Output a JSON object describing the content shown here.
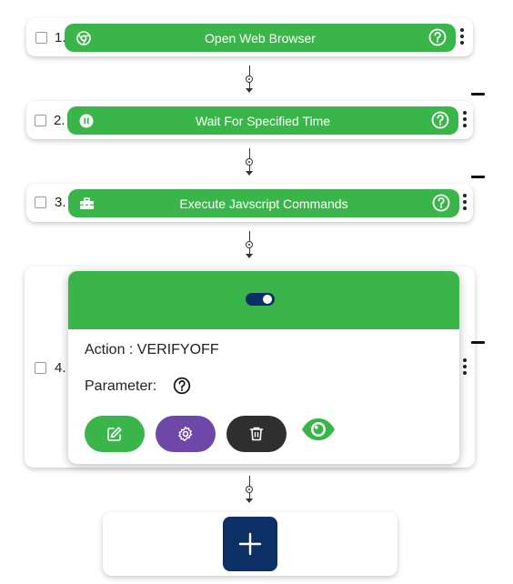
{
  "steps": [
    {
      "number": "1.",
      "label": "Open Web Browser",
      "icon": "chrome-icon"
    },
    {
      "number": "2.",
      "label": "Wait For Specified Time",
      "icon": "pause-icon"
    },
    {
      "number": "3.",
      "label": "Execute Javscript Commands",
      "icon": "toolbox-icon"
    },
    {
      "number": "4.",
      "action_text": "Action : VERIFYOFF",
      "parameter_label": "Parameter:",
      "toggle_on": true
    }
  ],
  "colors": {
    "step_green": "#3ab54a",
    "navy": "#0c2f66",
    "edit_green": "#3ab54a",
    "settings_purple": "#6e48a8",
    "delete_dark": "#2f2f2f",
    "eye_green": "#3ab54a"
  }
}
